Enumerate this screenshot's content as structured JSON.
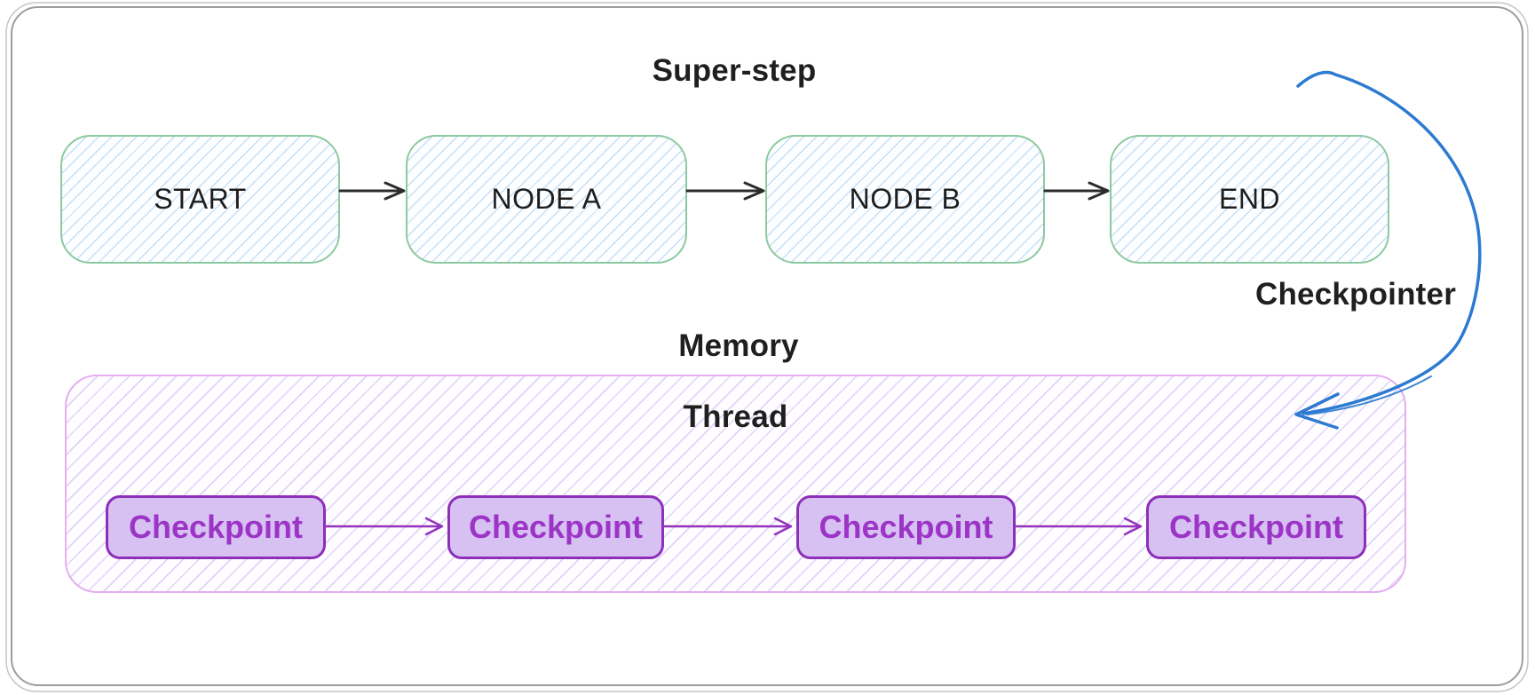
{
  "diagram": {
    "superstep_label": "Super-step",
    "checkpointer_label": "Checkpointer",
    "memory_label": "Memory"
  },
  "nodes": [
    {
      "label": "START"
    },
    {
      "label": "NODE A"
    },
    {
      "label": "NODE B"
    },
    {
      "label": "END"
    }
  ],
  "thread": {
    "label": "Thread",
    "checkpoints": [
      {
        "label": "Checkpoint"
      },
      {
        "label": "Checkpoint"
      },
      {
        "label": "Checkpoint"
      },
      {
        "label": "Checkpoint"
      }
    ]
  },
  "colors": {
    "title_text": "#1f1f1f",
    "node_border": "#8cc9a0",
    "node_hatch": "#c5dff5",
    "node_text": "#1e1e1e",
    "black_arrow": "#2b2b2b",
    "thread_border": "#e3aff0",
    "thread_hatch": "#ddd5f6",
    "checkpoint_fill": "#d7c1f3",
    "checkpoint_border": "#8d2fb9",
    "checkpoint_text": "#9c35c6",
    "purple_arrow": "#9333bd",
    "blue_arrow": "#2d7ad1",
    "frame_border": "#9d9d9d"
  }
}
